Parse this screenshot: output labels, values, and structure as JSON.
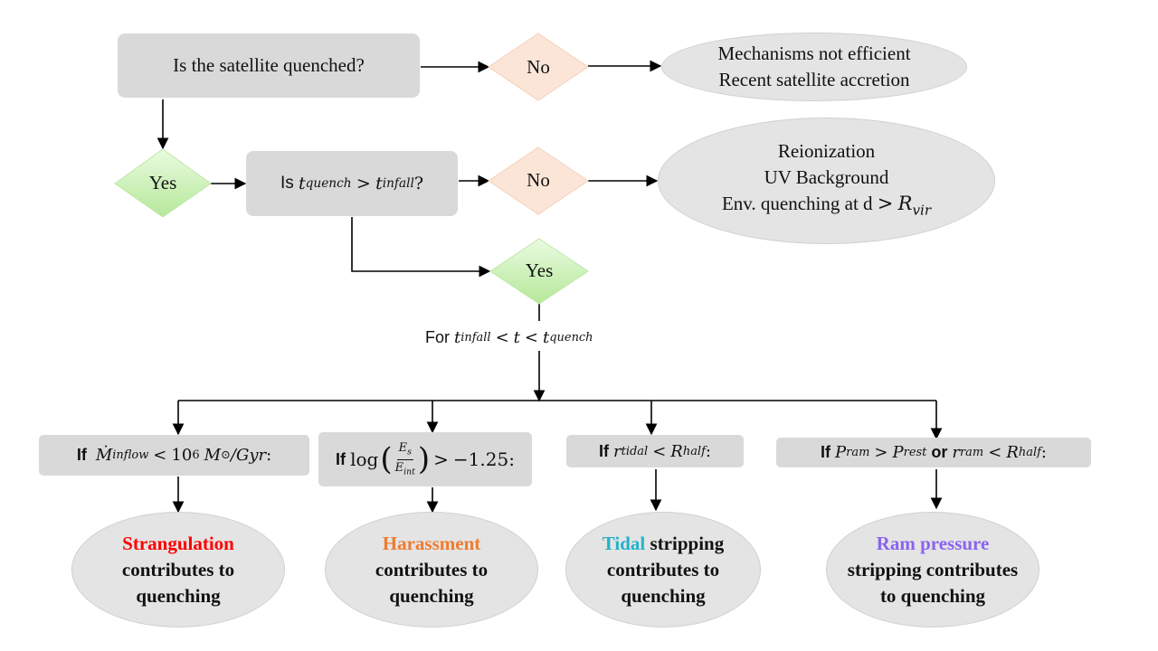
{
  "question1": "Is the satellite quenched?",
  "no_label": "No",
  "yes_label": "Yes",
  "outcome1": {
    "line1": "Mechanisms not efficient",
    "line2": "Recent satellite accretion"
  },
  "question2": {
    "prefix": "Is",
    "t": "t",
    "quench_sub": "quench",
    "gt": ">",
    "infall_sub": "infall",
    "qmark": "?"
  },
  "outcome2": {
    "line1": "Reionization",
    "line2": "UV Background",
    "line3_text": "Env. quenching at d",
    "gt": ">",
    "R": "R",
    "vir_sub": "vir"
  },
  "for_cond": {
    "prefix": "For",
    "t": "t",
    "infall_sub": "infall",
    "lt": "<",
    "quench_sub": "quench"
  },
  "cond1": {
    "if": "If",
    "M": "Ṁ",
    "inflow_sub": "inflow",
    "lt": "<",
    "ten": "10",
    "exp": "6",
    "Msun": "M",
    "sun_sub": "⊙",
    "unit": "/Gyr",
    "colon": ":"
  },
  "cond2": {
    "if": "If",
    "log": "log",
    "Es": "E",
    "s_sub": "s",
    "Eint": "E",
    "int_sub": "int",
    "gt": ">",
    "value": "−1.25",
    "colon": ":"
  },
  "cond3": {
    "if": "If",
    "r": "r",
    "tidal_sub": "tidal",
    "lt": "<",
    "R": "R",
    "half_sub": "half",
    "colon": ":"
  },
  "cond4": {
    "if": "If",
    "P": "P",
    "ram_sub": "ram",
    "gt": ">",
    "rest_sub": "rest",
    "or": "or",
    "r": "r",
    "lt": "<",
    "R": "R",
    "half_sub": "half",
    "colon": ":"
  },
  "result1": {
    "name": "Strangulation",
    "line2": "contributes to",
    "line3": "quenching"
  },
  "result2": {
    "name": "Harassment",
    "line2": "contributes to",
    "line3": "quenching"
  },
  "result3": {
    "name": "Tidal",
    "rest1": " stripping",
    "line2": "contributes to",
    "line3": "quenching"
  },
  "result4": {
    "name": "Ram pressure",
    "line2": "stripping contributes",
    "line3": "to quenching"
  },
  "colors": {
    "box": "#d9d9d9",
    "ellipse": "#e4e4e4",
    "no_fill": "#fbe5d6",
    "yes_fill": "#c6efb0",
    "strangulation": "#ff0000",
    "harassment": "#ed7d31",
    "tidal": "#21b4c9",
    "ram_pressure": "#8b63f0"
  }
}
